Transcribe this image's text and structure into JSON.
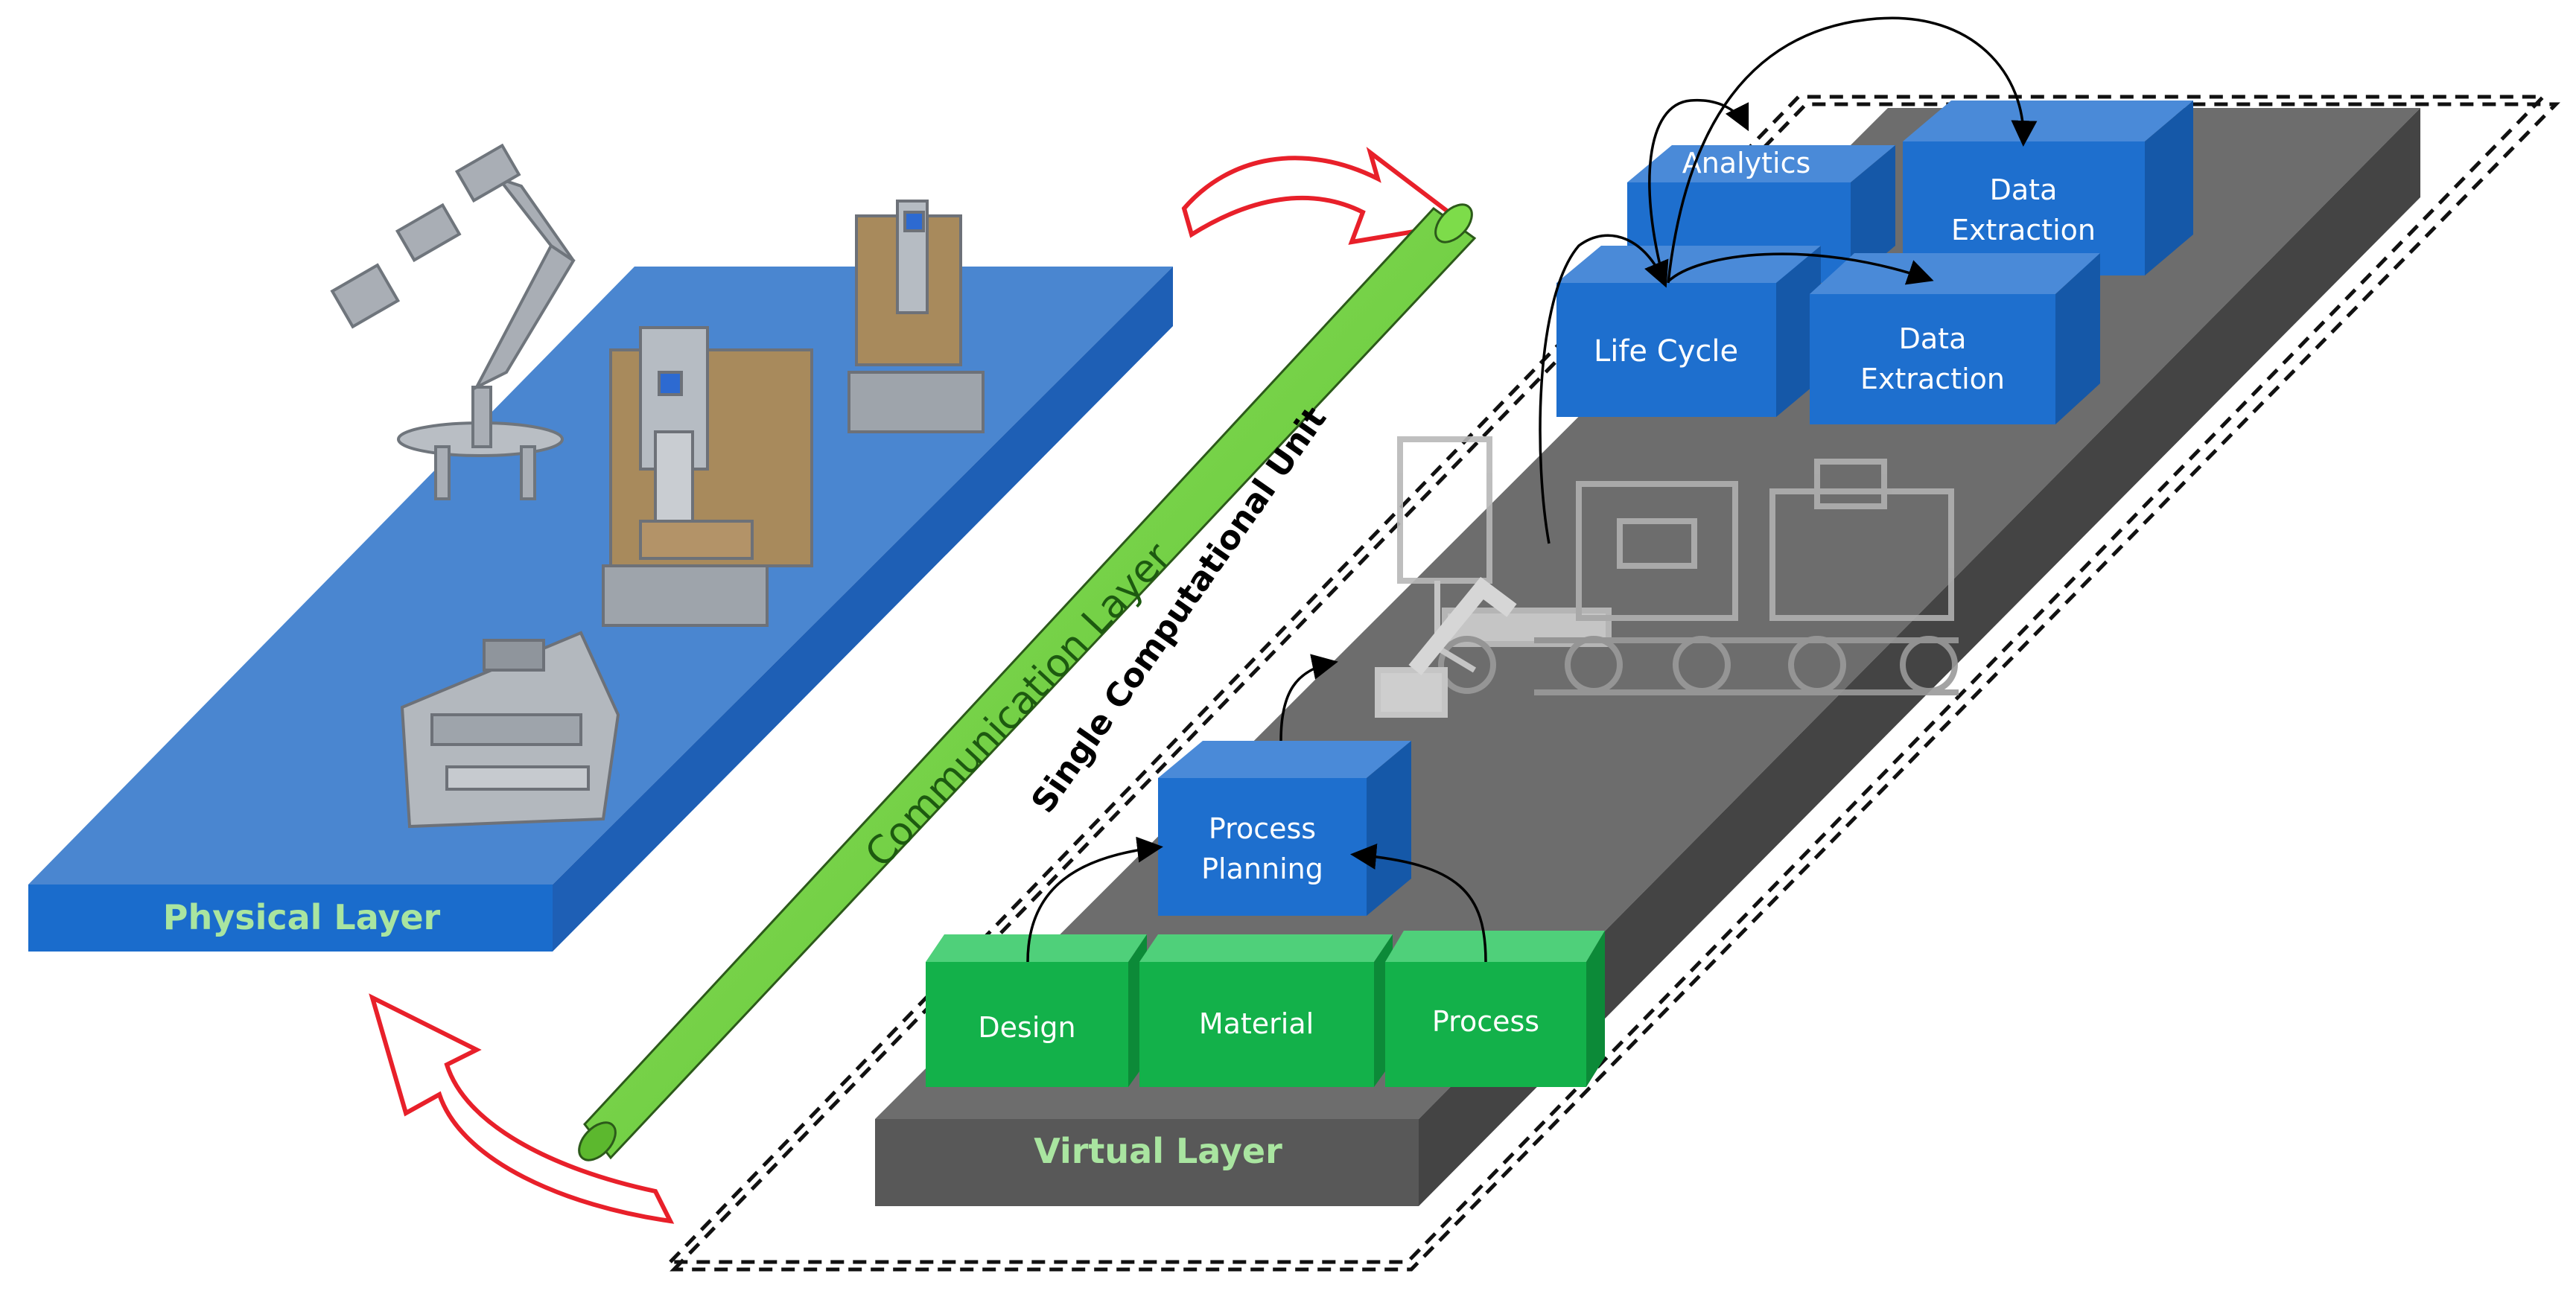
{
  "layers": {
    "physical": "Physical Layer",
    "virtual": "Virtual Layer",
    "communication": "Communication Layer",
    "computational_unit": "Single Computational Unit"
  },
  "boxes": {
    "design": "Design",
    "material": "Material",
    "process": "Process",
    "process_planning": [
      "Process",
      "Planning"
    ],
    "analytics": "Analytics",
    "data_extraction_back": [
      "Data",
      "Extraction"
    ],
    "life_cycle": "Life Cycle",
    "data_extraction_front": [
      "Data",
      "Extraction"
    ]
  },
  "colors": {
    "physical_top": "#4a86d0",
    "physical_side": "#1a5cb0",
    "virtual_top": "#6d6d6d",
    "virtual_side": "#4a4a4a",
    "blue_box": "#1e6fce",
    "green_box": "#12b54a",
    "communication_tube": "#6ccf3a",
    "arrow_red": "#e8202a",
    "label_green": "#a9e5a0"
  }
}
